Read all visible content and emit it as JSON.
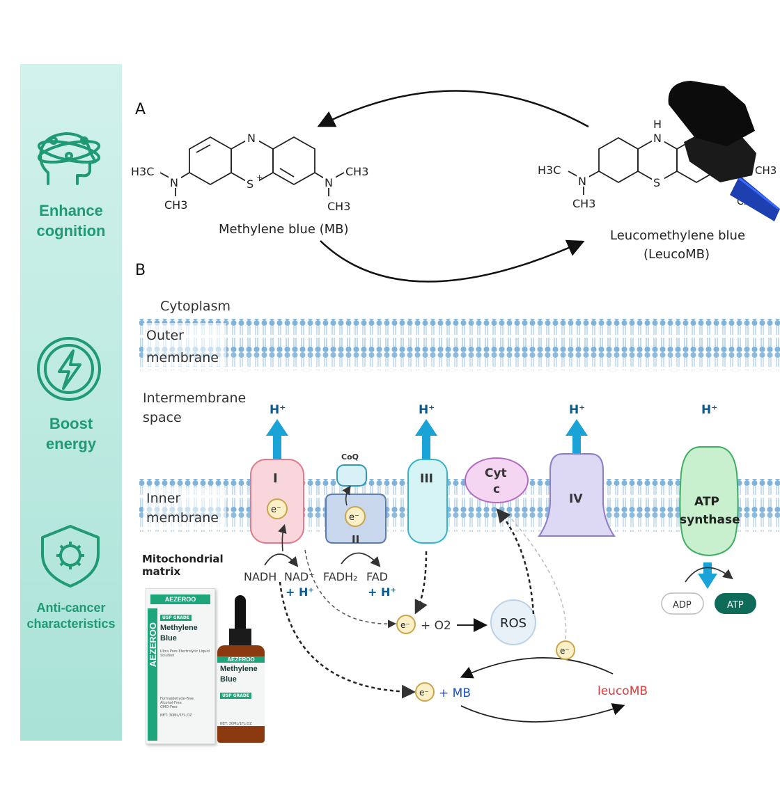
{
  "sidebar": {
    "features": [
      {
        "label": "Enhance\ncognition",
        "icon": "head-brain-icon"
      },
      {
        "label": "Boost\nenergy",
        "icon": "lightning-energy-icon"
      },
      {
        "label": "Anti-cancer\ncharacteristics",
        "icon": "shield-virus-icon"
      }
    ]
  },
  "panel_a": {
    "label": "A",
    "mb": {
      "n_top": "N",
      "s": "S",
      "s_charge": "+",
      "left_group": [
        "H3C",
        "N",
        "CH3"
      ],
      "right_group": [
        "N",
        "CH3",
        "CH3"
      ],
      "name": "Methylene blue (MB)"
    },
    "leuco": {
      "nh": "H",
      "n": "N",
      "s": "S",
      "left_group": [
        "H3C",
        "N",
        "CH3"
      ],
      "right_group": [
        "CH3",
        "CH3"
      ],
      "name_line1": "Leucomethylene blue",
      "name_line2": "(LeucoMB)"
    }
  },
  "panel_b": {
    "label": "B",
    "cytoplasm": "Cytoplasm",
    "outer_membrane": [
      "Outer",
      "membrane"
    ],
    "intermembrane": [
      "Intermembrane",
      "space"
    ],
    "inner_membrane": [
      "Inner",
      "membrane"
    ],
    "matrix": [
      "Mitochondrial",
      "matrix"
    ],
    "hplus": "H⁺",
    "complexes": {
      "I": "I",
      "II": "II",
      "III": "III",
      "IV": "IV",
      "coq": "CoQ",
      "cyt": [
        "Cyt",
        "c"
      ],
      "atp_synthase": [
        "ATP",
        "synthase"
      ]
    },
    "electron": "e⁻",
    "nadh": "NADH",
    "nad": "NAD⁺",
    "plus_h": "+ H⁺",
    "fadh2": "FADH₂",
    "fad": "FAD",
    "o2": "+ O2",
    "ros": "ROS",
    "mb": "+ MB",
    "leucomb": "leucoMB",
    "adp": "ADP",
    "atp": "ATP"
  },
  "product": {
    "brand": "AEZEROO",
    "grade": "USP GRADE",
    "name_line1": "Methylene",
    "name_line2": "Blue",
    "subtitle": "Ultra Pure Electrolytic Liquid Solution",
    "claims": [
      "Formaldehyde-Free",
      "Alcohol-Free",
      "GMO-Free"
    ],
    "volume": "NET: 30ML/1FL.OZ"
  },
  "colors": {
    "accent": "#1f9a73",
    "hplus": "#0a5a8f",
    "arrow_blue": "#1aa3d6",
    "leucomb_red": "#e03a3a",
    "mb_blue": "#1a4fd6"
  }
}
